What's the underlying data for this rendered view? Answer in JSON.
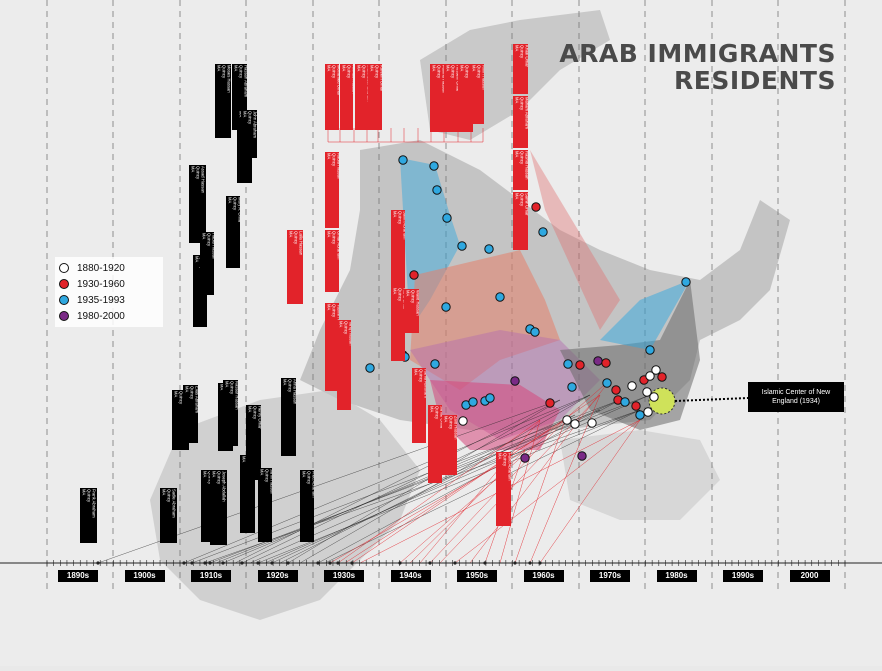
{
  "title": {
    "line1": "ARAB IMMIGRANTS",
    "line2": "RESIDENTS"
  },
  "legend": [
    {
      "label": "1880-1920",
      "color": "#ffffff"
    },
    {
      "label": "1930-1960",
      "color": "#e2232a"
    },
    {
      "label": "1935-1993",
      "color": "#2fa8e0"
    },
    {
      "label": "1980-2000",
      "color": "#7a2a86"
    }
  ],
  "callout": {
    "line1": "Islamic Center of New",
    "line2": "England (1934)"
  },
  "timeline": {
    "decades": [
      "1890s",
      "1900s",
      "1910s",
      "1920s",
      "1930s",
      "1940s",
      "1950s",
      "1960s",
      "1970s",
      "1980s",
      "1990s",
      "2000"
    ]
  },
  "colors": {
    "accent_red": "#e2232a",
    "blue": "#2fa8e0",
    "purple": "#7a2a86",
    "label_black": "#000000",
    "land": "#bdbdbd",
    "water": "#f3f3f3"
  },
  "person_labels": {
    "black": [
      {
        "lines": [
          "Frank Abraham",
          "Quincy",
          "MA"
        ]
      },
      {
        "lines": [
          "Sadie Abraham",
          "Quincy",
          "MA"
        ]
      },
      {
        "lines": [
          "Jemil Abraham",
          "Quincy",
          "MA"
        ]
      },
      {
        "lines": [
          "Elias Abraham",
          "Quincy",
          "MA"
        ]
      },
      {
        "lines": [
          "Assad Hassan",
          "Quincy",
          "MA"
        ]
      },
      {
        "lines": [
          "George Hassan",
          "Quincy",
          "MA"
        ]
      },
      {
        "lines": [
          "Joseph Abdallah",
          "Quincy",
          "MA"
        ]
      },
      {
        "lines": [
          "Abraham Jabour",
          "Quincy",
          "MA"
        ]
      },
      {
        "lines": [
          "Habib Hassan",
          "Quincy",
          "MA"
        ]
      },
      {
        "lines": [
          "Moses Hassan",
          "Quincy",
          "MA"
        ]
      },
      {
        "lines": [
          "Yusef Hassan",
          "Quincy",
          "MA"
        ]
      },
      {
        "lines": [
          "Nassar Hassan",
          "Quincy",
          "MA"
        ]
      },
      {
        "lines": [
          "Hassan Abraham",
          "Quincy",
          "MA"
        ]
      },
      {
        "lines": [
          "Ali Abraham",
          "Quincy",
          "MA"
        ]
      },
      {
        "lines": [
          "Sam Hassan",
          "Quincy",
          "MA"
        ]
      },
      {
        "lines": [
          "Mary A. Omar",
          "Quincy",
          "MA"
        ]
      },
      {
        "lines": [
          "John Abraham",
          "Quincy",
          "MA"
        ]
      },
      {
        "lines": [
          "Henry Omar",
          "Quincy",
          "MA"
        ]
      },
      {
        "lines": [
          "Jamil Hassan",
          "Quincy",
          "MA"
        ]
      },
      {
        "lines": [
          "Anna Hassan",
          "Quincy",
          "MA"
        ]
      },
      {
        "lines": [
          "Fred Abraham",
          "Quincy",
          "MA"
        ]
      }
    ],
    "red": [
      {
        "lines": [
          "Mohamed Omar",
          "Quincy",
          "MA"
        ]
      },
      {
        "lines": [
          "Ahmad Hassan",
          "Quincy",
          "MA"
        ]
      },
      {
        "lines": [
          "Mahmoud Abraham",
          "Quincy",
          "MA"
        ]
      },
      {
        "lines": [
          "Kareem Omar",
          "Quincy",
          "MA"
        ]
      },
      {
        "lines": [
          "Fatima Hassan",
          "Quincy",
          "MA"
        ]
      },
      {
        "lines": [
          "Hussein Omar",
          "Quincy",
          "MA"
        ]
      },
      {
        "lines": [
          "Said Abraham",
          "Quincy",
          "MA"
        ]
      },
      {
        "lines": [
          "Amin Hassan",
          "Quincy",
          "MA"
        ]
      },
      {
        "lines": [
          "Khalil Omar",
          "Quincy",
          "MA"
        ]
      },
      {
        "lines": [
          "Mariam Abraham",
          "Quincy",
          "MA"
        ]
      },
      {
        "lines": [
          "Rashid Hassan",
          "Quincy",
          "MA"
        ]
      },
      {
        "lines": [
          "Samir Omar",
          "Quincy",
          "MA"
        ]
      },
      {
        "lines": [
          "Nadia Hassan",
          "Quincy",
          "MA"
        ]
      },
      {
        "lines": [
          "Omar Abraham",
          "Quincy",
          "MA"
        ]
      },
      {
        "lines": [
          "Laila Hassan",
          "Quincy",
          "MA"
        ]
      },
      {
        "lines": [
          "Yasmin Omar",
          "Quincy",
          "MA"
        ]
      },
      {
        "lines": [
          "Tariq Hassan",
          "Quincy",
          "MA"
        ]
      },
      {
        "lines": [
          "Salim Abraham",
          "Quincy",
          "MA"
        ]
      },
      {
        "lines": [
          "Hana Omar",
          "Quincy",
          "MA"
        ]
      },
      {
        "lines": [
          "Walid Hassan",
          "Quincy",
          "MA"
        ]
      },
      {
        "lines": [
          "Rania Abraham",
          "Quincy",
          "MA"
        ]
      },
      {
        "lines": [
          "Jamal Omar",
          "Quincy",
          "MA"
        ]
      },
      {
        "lines": [
          "Zaid Hassan",
          "Quincy",
          "MA"
        ]
      },
      {
        "lines": [
          "Farid Abraham",
          "Quincy",
          "MA"
        ]
      }
    ]
  }
}
